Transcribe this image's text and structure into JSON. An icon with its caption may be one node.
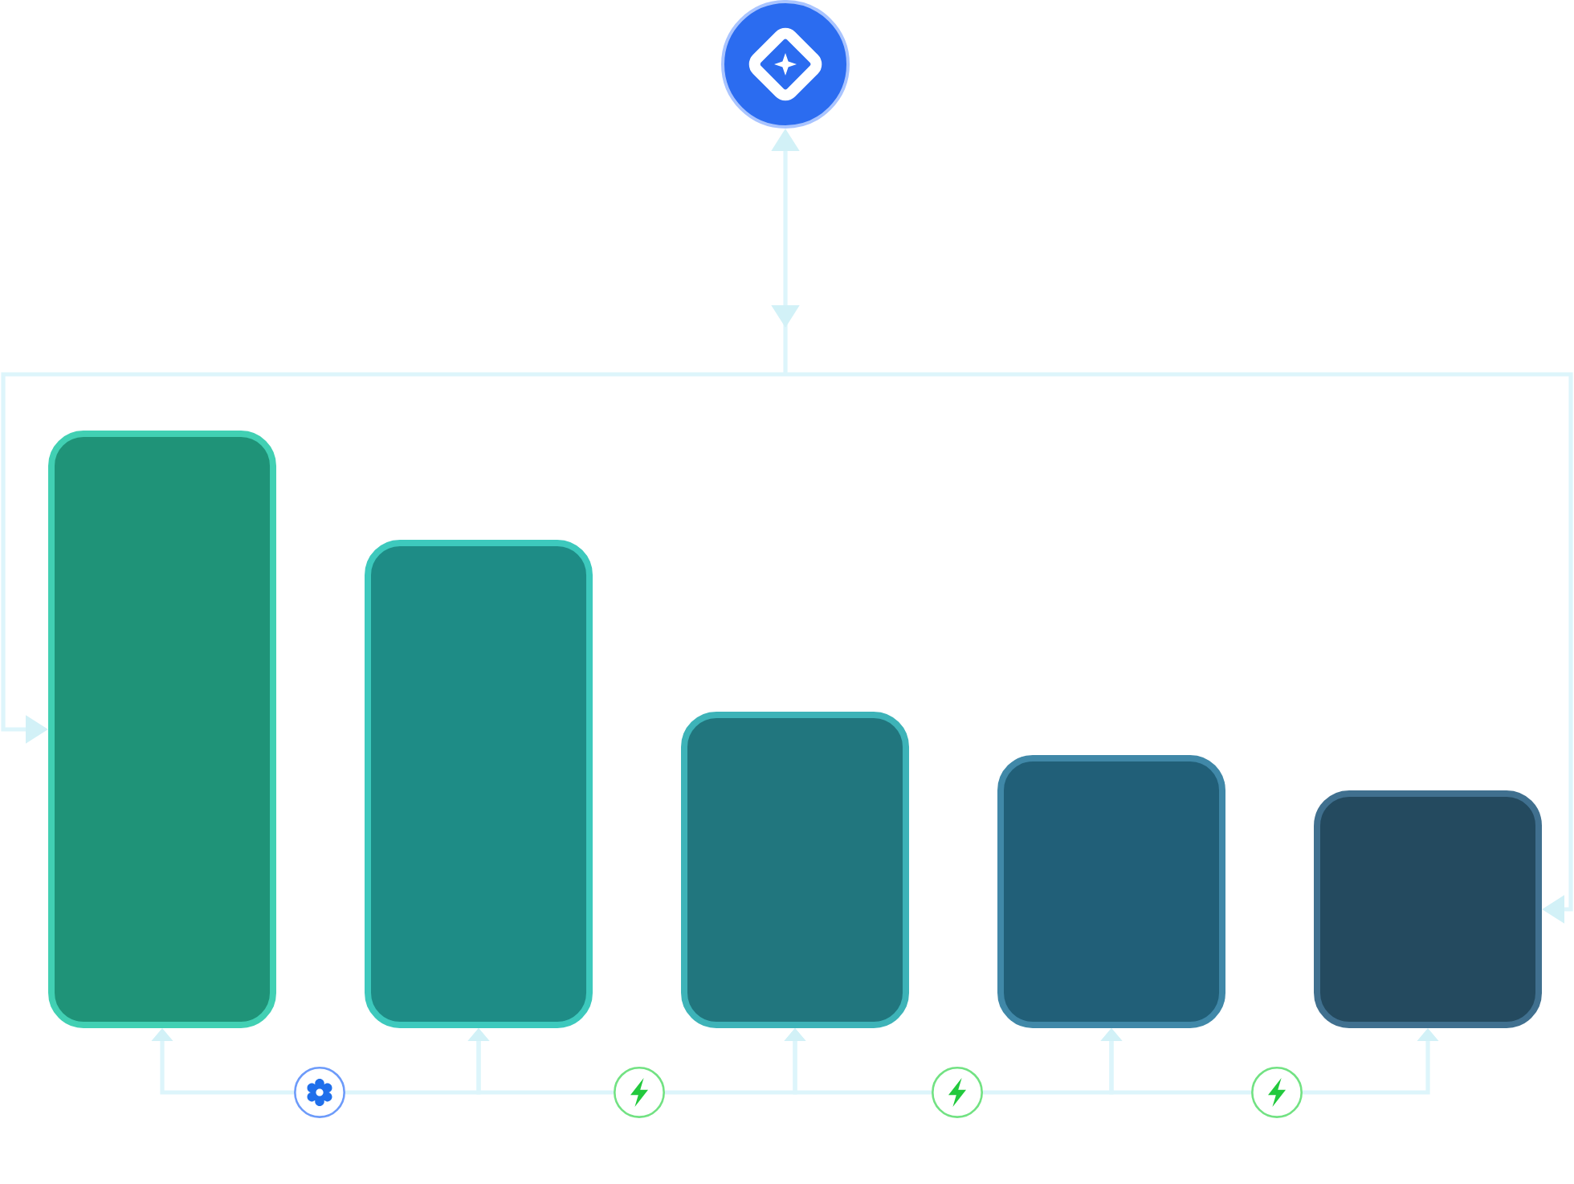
{
  "diagram": {
    "nodes": [
      {
        "text": [],
        "shape": "circle"
      },
      {
        "text": [],
        "shape": "bar"
      },
      {
        "text": [],
        "shape": "bar"
      },
      {
        "text": [],
        "shape": "bar"
      },
      {
        "text": [],
        "shape": "bar"
      },
      {
        "text": [],
        "shape": "bar"
      },
      {
        "text": [],
        "shape": "circle"
      },
      {
        "text": [],
        "shape": "circle"
      },
      {
        "text": [],
        "shape": "circle"
      },
      {
        "text": [],
        "shape": "circle"
      }
    ],
    "edges": [
      {
        "from": 0,
        "to": 1,
        "arrow": "both"
      },
      {
        "from": 0,
        "to": 5,
        "arrow": "both"
      },
      {
        "from": 6,
        "to": 1,
        "arrow": "to"
      },
      {
        "from": 6,
        "to": 2,
        "arrow": "to"
      },
      {
        "from": 7,
        "to": 2,
        "arrow": "to"
      },
      {
        "from": 7,
        "to": 3,
        "arrow": "to"
      },
      {
        "from": 8,
        "to": 3,
        "arrow": "to"
      },
      {
        "from": 8,
        "to": 4,
        "arrow": "to"
      },
      {
        "from": 9,
        "to": 4,
        "arrow": "to"
      },
      {
        "from": 9,
        "to": 5,
        "arrow": "to"
      }
    ]
  }
}
